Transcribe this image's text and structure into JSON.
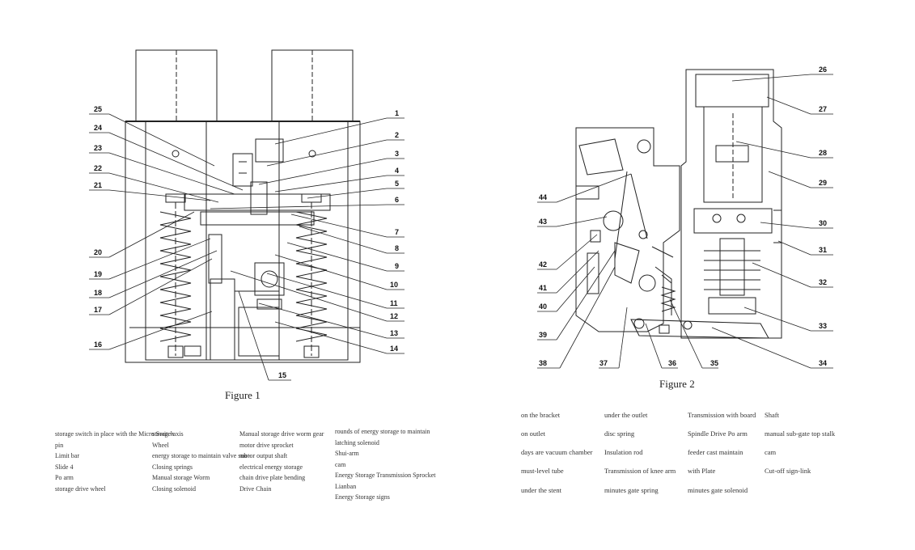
{
  "figure1": {
    "caption": "Figure 1",
    "callouts": [
      "1",
      "2",
      "3",
      "4",
      "5",
      "6",
      "7",
      "8",
      "9",
      "10",
      "11",
      "12",
      "13",
      "14",
      "15",
      "16",
      "17",
      "18",
      "19",
      "20",
      "21",
      "22",
      "23",
      "24",
      "25"
    ]
  },
  "figure2": {
    "caption": "Figure 2",
    "callouts": [
      "26",
      "27",
      "28",
      "29",
      "30",
      "31",
      "32",
      "33",
      "34",
      "35",
      "36",
      "37",
      "38",
      "39",
      "40",
      "41",
      "42",
      "43",
      "44"
    ]
  },
  "legend1": {
    "columns": [
      [
        "storage switch in place with the Micro Switch",
        "pin",
        "Limit bar",
        "Slide 4",
        "Po arm",
        "storage drive wheel"
      ],
      [
        "storage-axis",
        "Wheel",
        "energy storage to maintain valve sub -",
        "Closing springs",
        "Manual storage Worm",
        "Closing solenoid"
      ],
      [
        "Manual storage drive worm gear",
        "motor drive sprocket",
        "motor output shaft",
        "electrical energy storage",
        "chain drive plate bending",
        "Drive Chain"
      ],
      [
        "rounds of energy storage to maintain",
        "latching solenoid",
        "Shui-arm",
        "cam",
        "Energy Storage Transmission Sprocket",
        "Lianban",
        "Energy Storage signs"
      ]
    ]
  },
  "legend2": {
    "columns": [
      [
        "on the bracket",
        "on outlet",
        " days are vacuum chamber",
        "must-level tube",
        "under the stent"
      ],
      [
        "under the outlet",
        "disc spring",
        "Insulation rod",
        "Transmission of knee arm",
        "minutes gate spring"
      ],
      [
        "Transmission with board",
        "Spindle Drive Po arm",
        "feeder cast maintain",
        "with Plate",
        "minutes gate solenoid"
      ],
      [
        "Shaft",
        "manual sub-gate top stalk",
        "cam",
        "Cut-off sign-link"
      ]
    ]
  }
}
